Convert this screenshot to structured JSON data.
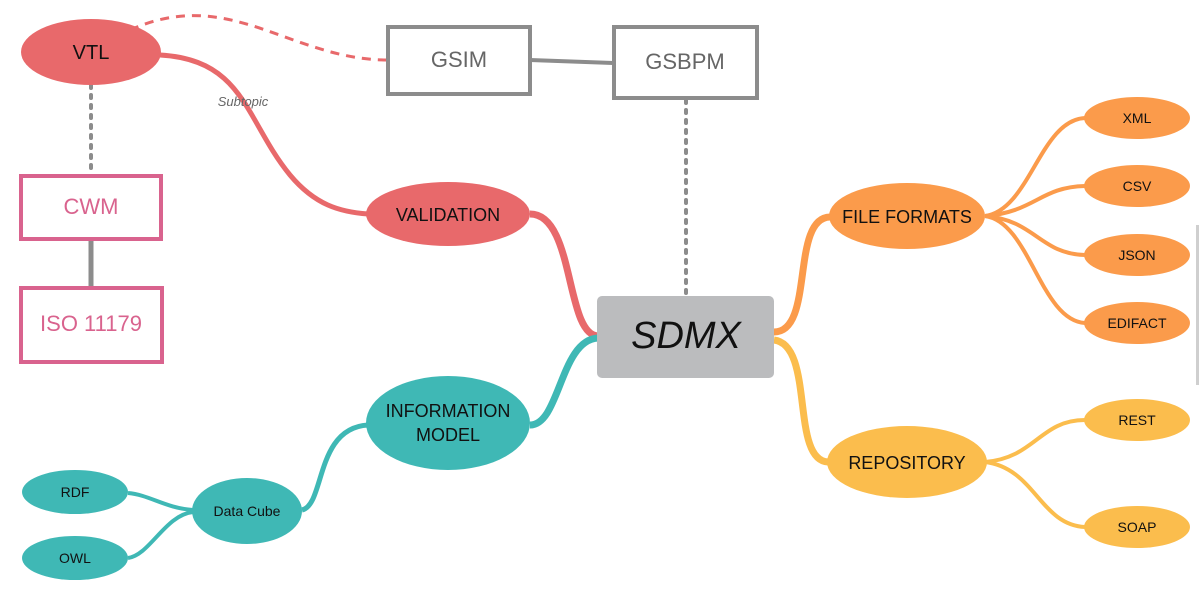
{
  "central": {
    "label": "SDMX"
  },
  "nodes": {
    "vtl": "VTL",
    "gsim": "GSIM",
    "gsbpm": "GSBPM",
    "cwm": "CWM",
    "iso": "ISO 11179",
    "validation": "VALIDATION",
    "info_line1": "INFORMATION",
    "info_line2": "MODEL",
    "data_cube": "Data Cube",
    "rdf": "RDF",
    "owl": "OWL",
    "file_formats": "FILE FORMATS",
    "xml": "XML",
    "csv": "CSV",
    "json": "JSON",
    "edifact": "EDIFACT",
    "repository": "REPOSITORY",
    "rest": "REST",
    "soap": "SOAP"
  },
  "edge_labels": {
    "subtopic": "Subtopic"
  },
  "colors": {
    "red": "#e8696b",
    "teal": "#3fb8b5",
    "orange": "#fb9b4b",
    "yellow": "#fbbd4d",
    "pink": "#d9638e",
    "gray": "#8c8c8c",
    "central_fill": "#bbbcbe"
  }
}
